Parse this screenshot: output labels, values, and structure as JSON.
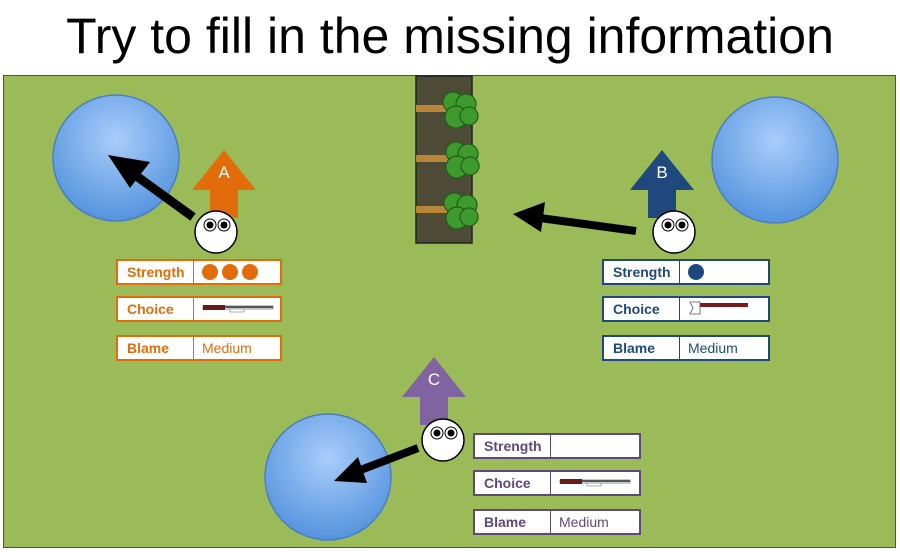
{
  "title": "Try to fill in the missing information",
  "colors": {
    "field": "#9bbb59",
    "agent_a": "#e36c0a",
    "agent_b": "#1f497d",
    "agent_c": "#8064a2",
    "pool": "#6fa8ec"
  },
  "agents": [
    {
      "letter": "A",
      "strength_label": "Strength",
      "strength_dots": 3,
      "choice_label": "Choice",
      "choice_icon": "rifle-icon",
      "blame_label": "Blame",
      "blame_value": "Medium"
    },
    {
      "letter": "B",
      "strength_label": "Strength",
      "strength_dots": 1,
      "choice_label": "Choice",
      "choice_icon": "axe-icon",
      "blame_label": "Blame",
      "blame_value": "Medium"
    },
    {
      "letter": "C",
      "strength_label": "Strength",
      "strength_dots": 0,
      "choice_label": "Choice",
      "choice_icon": "rifle-icon",
      "blame_label": "Blame",
      "blame_value": "Medium"
    }
  ]
}
